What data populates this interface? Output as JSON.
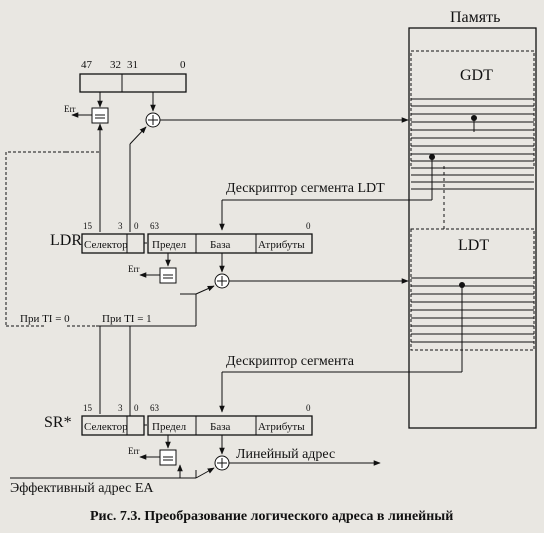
{
  "memory": {
    "title": "Память",
    "gdt": "GDT",
    "ldt": "LDT"
  },
  "gdtr": {
    "bit47": "47",
    "bit32": "32",
    "bit31": "31",
    "bit0": "0",
    "err": "Err"
  },
  "ldt_descriptor": {
    "title": "Дескриптор сегмента LDT",
    "bit63": "63",
    "bit0": "0",
    "limit": "Предел",
    "base": "База",
    "attributes": "Атрибуты",
    "err": "Err"
  },
  "ldr": {
    "name": "LDR",
    "bit15": "15",
    "bit3": "3",
    "bit0": "0",
    "selector": "Селектор"
  },
  "ti": {
    "ti0": "При TI = 0",
    "ti1": "При TI = 1"
  },
  "segment_descriptor": {
    "title": "Дескриптор сегмента",
    "bit63": "63",
    "bit0": "0",
    "limit": "Предел",
    "base": "База",
    "attributes": "Атрибуты",
    "err": "Err"
  },
  "sr": {
    "name": "SR*",
    "bit15": "15",
    "bit3": "3",
    "bit0": "0",
    "selector": "Селектор"
  },
  "linear_address": "Линейный адрес",
  "effective_address": "Эффективный адрес EA",
  "caption": "Рис. 7.3. Преобразование логического адреса в линейный"
}
